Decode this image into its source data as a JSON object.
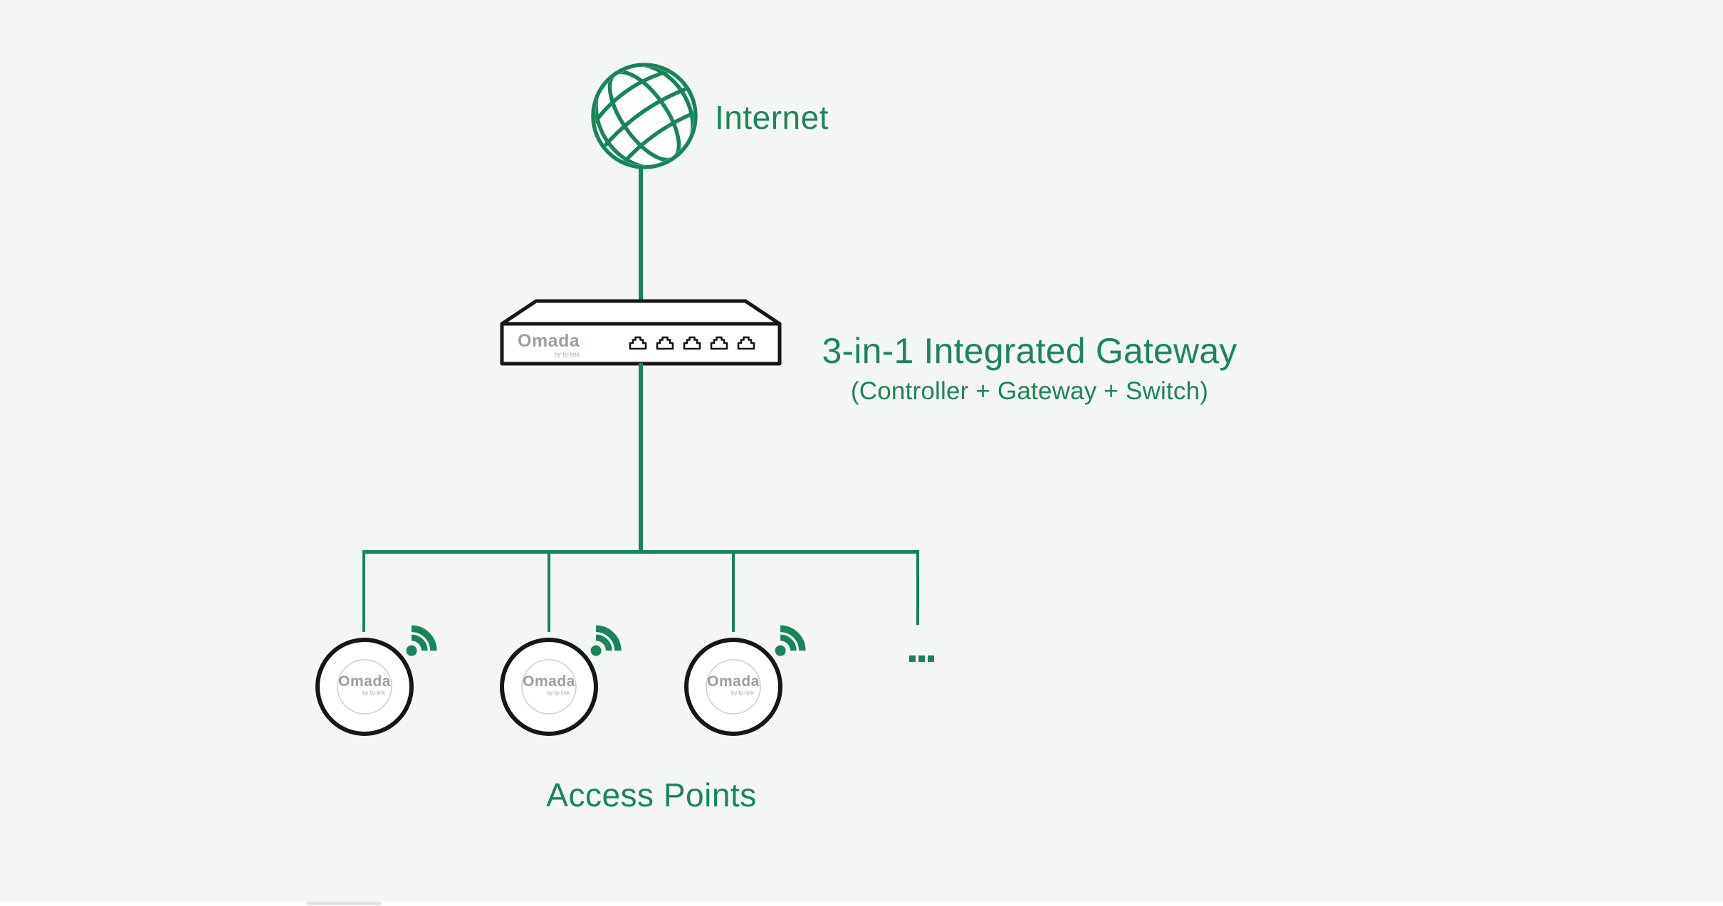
{
  "diagram": {
    "internet_label": "Internet",
    "gateway_title": "3-in-1 Integrated Gateway",
    "gateway_subtitle": "(Controller + Gateway + Switch)",
    "aps_label": "Access Points",
    "more_label": "...",
    "brand": "Omada",
    "brand_sub": "by tp-link",
    "ap_count": 3,
    "gateway_port_count": 5
  },
  "colors": {
    "background": "#f4f6f5",
    "accent_green": "#16855a",
    "device_outline": "#161616",
    "brand_gray": "#9aa0a6",
    "ap_inner_ring": "#c8ccd0"
  }
}
